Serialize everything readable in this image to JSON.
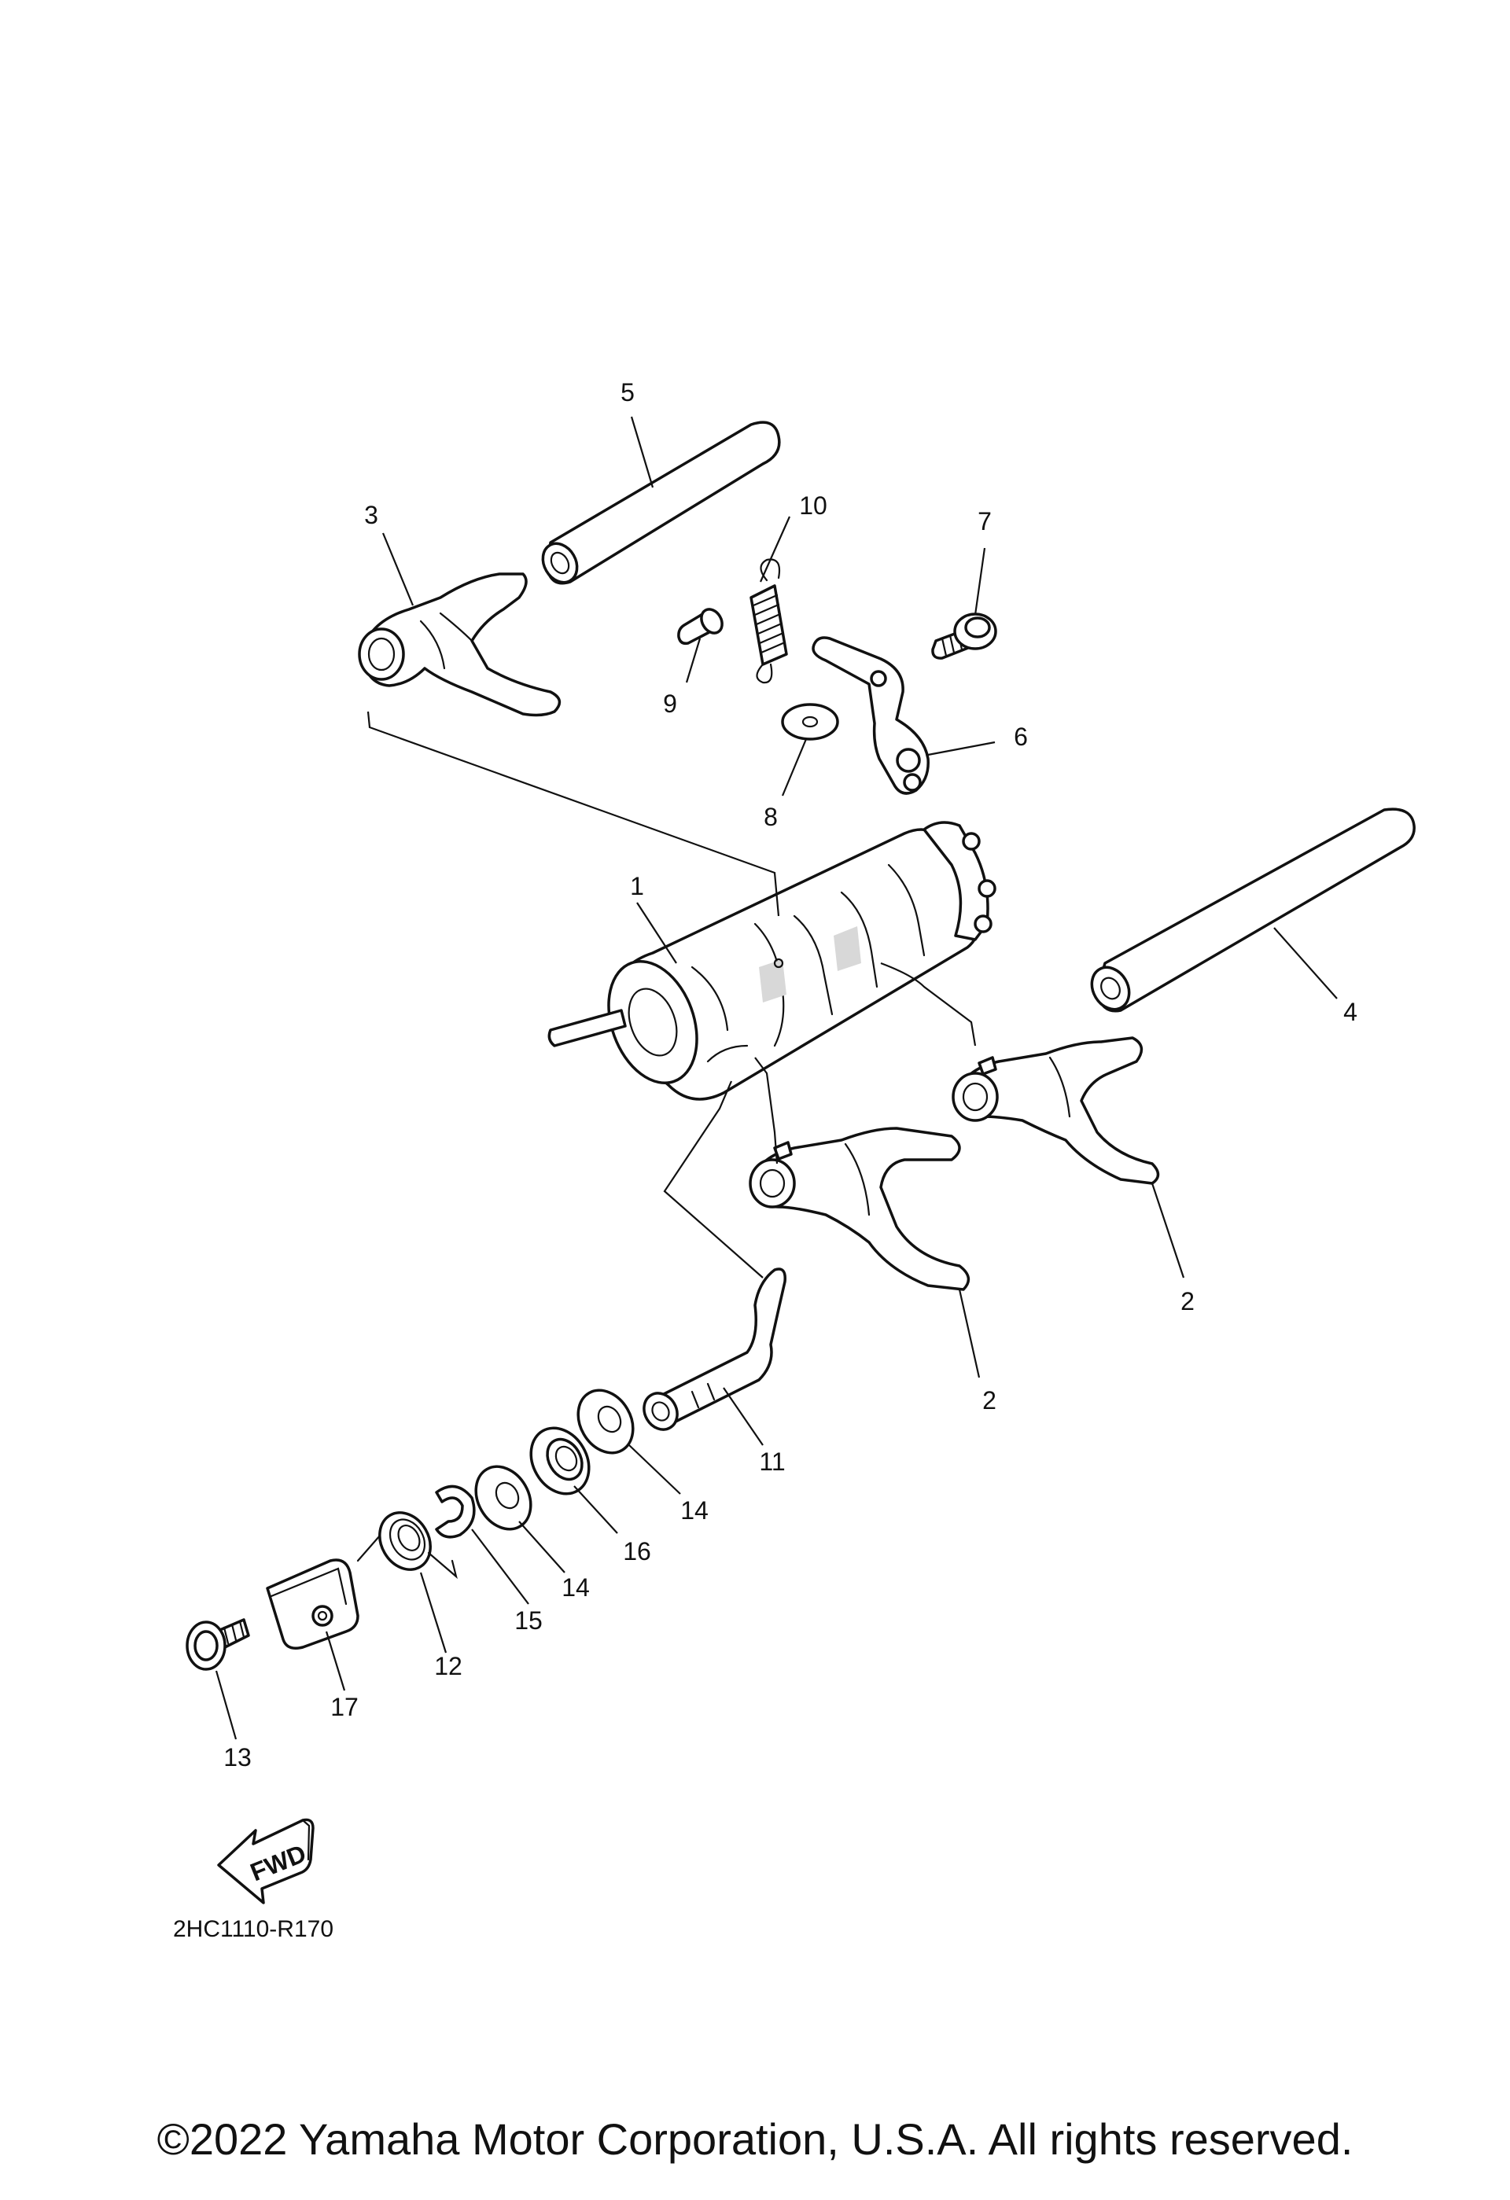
{
  "diagram": {
    "callouts": [
      {
        "id": "c1",
        "label": "1"
      },
      {
        "id": "c2a",
        "label": "2"
      },
      {
        "id": "c2b",
        "label": "2"
      },
      {
        "id": "c3",
        "label": "3"
      },
      {
        "id": "c4",
        "label": "4"
      },
      {
        "id": "c5",
        "label": "5"
      },
      {
        "id": "c6",
        "label": "6"
      },
      {
        "id": "c7",
        "label": "7"
      },
      {
        "id": "c8",
        "label": "8"
      },
      {
        "id": "c9",
        "label": "9"
      },
      {
        "id": "c10",
        "label": "10"
      },
      {
        "id": "c11",
        "label": "11"
      },
      {
        "id": "c12",
        "label": "12"
      },
      {
        "id": "c13",
        "label": "13"
      },
      {
        "id": "c14a",
        "label": "14"
      },
      {
        "id": "c14b",
        "label": "14"
      },
      {
        "id": "c15",
        "label": "15"
      },
      {
        "id": "c16",
        "label": "16"
      },
      {
        "id": "c17",
        "label": "17"
      }
    ],
    "fwd_label": "FWD",
    "diagram_code": "2HC1110-R170",
    "copyright": "©2022 Yamaha Motor Corporation, U.S.A. All rights reserved."
  }
}
